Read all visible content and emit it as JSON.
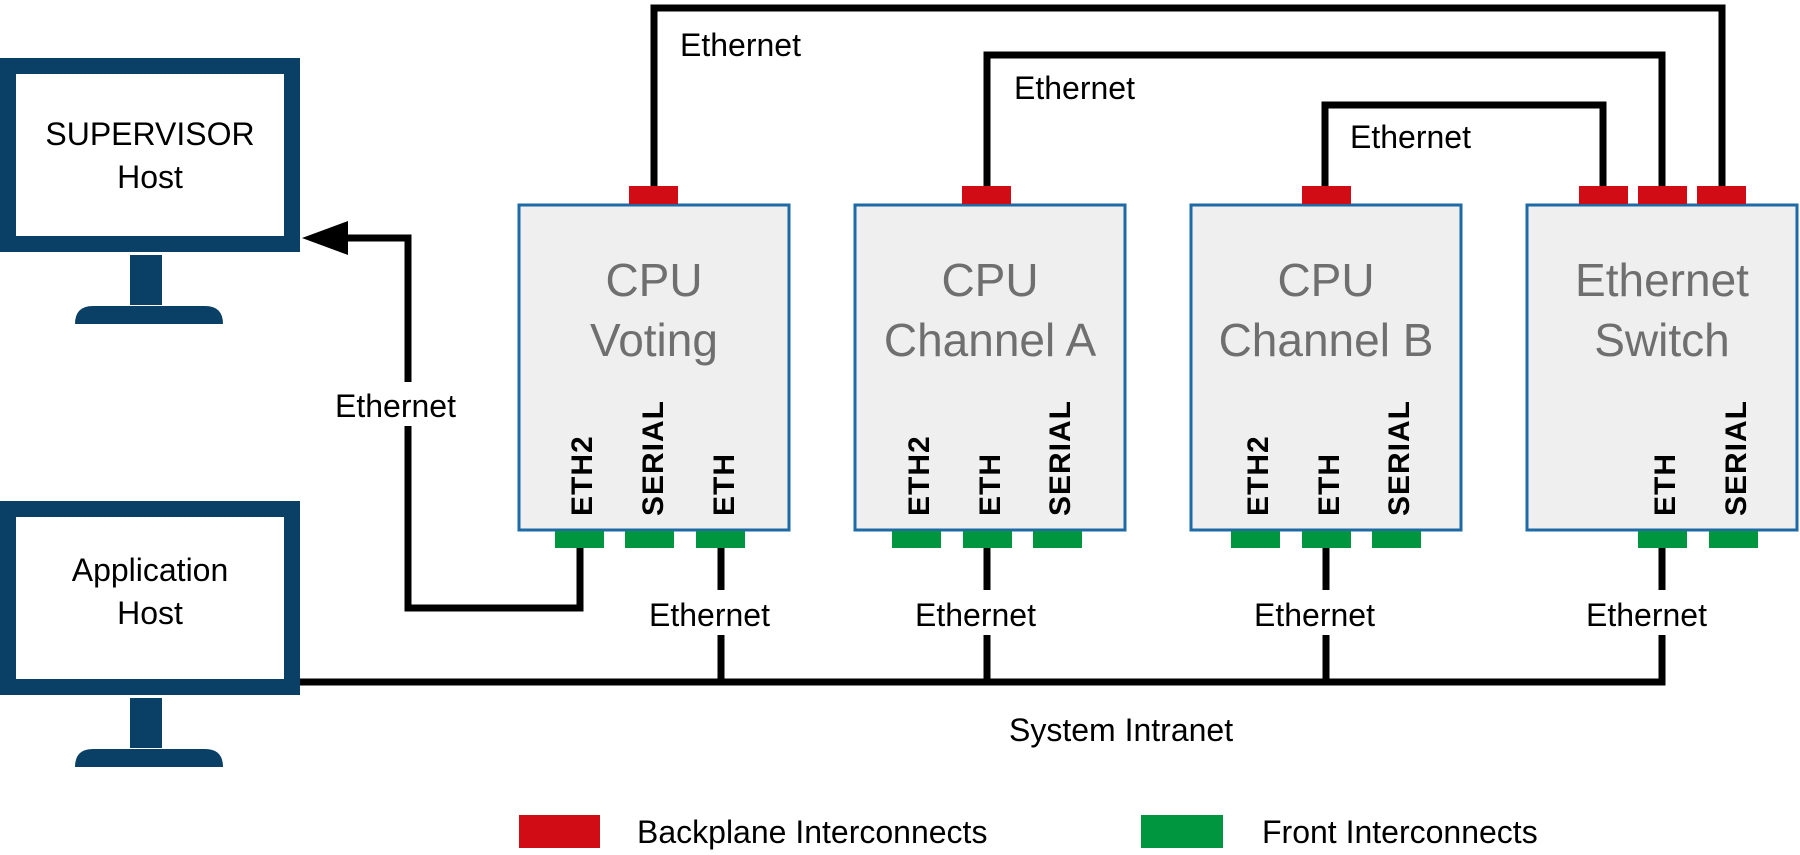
{
  "colors": {
    "host": "#0b4066",
    "module_border": "#1e6aa6",
    "module_fill": "#efefef",
    "module_title": "#6f6f6f",
    "backplane": "#d20c14",
    "front": "#009640",
    "wire": "#000000"
  },
  "hosts": [
    {
      "id": "supervisor",
      "line1": "SUPERVISOR",
      "line2": "Host",
      "icon": "monitor-icon"
    },
    {
      "id": "application",
      "line1": "Application",
      "line2": "Host",
      "icon": "monitor-icon"
    }
  ],
  "modules": [
    {
      "id": "cpu-voting",
      "line1": "CPU",
      "line2": "Voting",
      "ports": [
        "ETH2",
        "SERIAL",
        "ETH"
      ],
      "backplane_ports": 1
    },
    {
      "id": "cpu-channel-a",
      "line1": "CPU",
      "line2": "Channel A",
      "ports": [
        "ETH2",
        "ETH",
        "SERIAL"
      ],
      "backplane_ports": 1
    },
    {
      "id": "cpu-channel-b",
      "line1": "CPU",
      "line2": "Channel B",
      "ports": [
        "ETH2",
        "ETH",
        "SERIAL"
      ],
      "backplane_ports": 1
    },
    {
      "id": "ethernet-switch",
      "line1": "Ethernet",
      "line2": "Switch",
      "ports": [
        "",
        "ETH",
        "SERIAL"
      ],
      "backplane_ports": 3
    }
  ],
  "connections": {
    "top_voting": "Ethernet",
    "top_channel_a": "Ethernet",
    "top_channel_b": "Ethernet",
    "supervisor_link": "Ethernet",
    "bottom_voting": "Ethernet",
    "bottom_channel_a": "Ethernet",
    "bottom_channel_b": "Ethernet",
    "bottom_switch": "Ethernet",
    "bus": "System Intranet"
  },
  "legend": [
    {
      "label": "Backplane Interconnects",
      "color": "#d20c14"
    },
    {
      "label": "Front Interconnects",
      "color": "#009640"
    }
  ]
}
